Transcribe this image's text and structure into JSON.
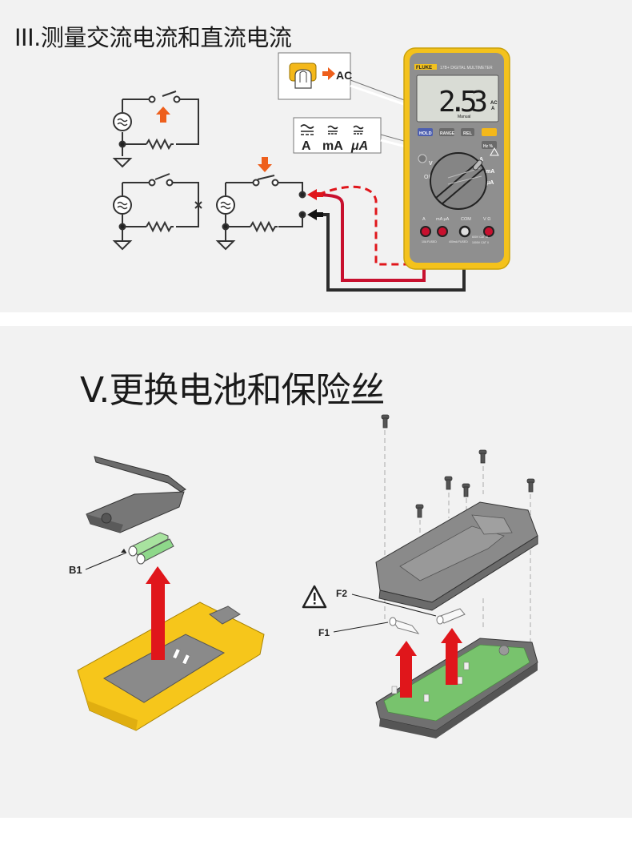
{
  "section_3": {
    "title": "III.测量交流电流和直流电流",
    "callout_ac": {
      "label": "AC",
      "icon": "yellow-function-button-press-icon"
    },
    "callout_ranges": {
      "labels": [
        "A",
        "mA",
        "μA"
      ],
      "icon": "ac-dc-current-symbol-icon"
    },
    "circuits": [
      {
        "name": "circuit-closed-switch-open-action",
        "arrow": "up"
      },
      {
        "name": "circuit-broken",
        "mark": "x"
      },
      {
        "name": "circuit-meter-in-series",
        "arrow": "down"
      }
    ],
    "meter": {
      "brand": "FLUKE",
      "model": "17B+ DIGITAL MULTIMETER",
      "display_value": "2.53",
      "display_units": [
        "AC",
        "A"
      ],
      "display_mode": "Manual",
      "buttons": [
        "HOLD",
        "RANGE",
        "REL",
        ""
      ],
      "side_button": "Hz %",
      "dial_labels": [
        "OFF",
        "V",
        "A",
        "mA",
        "μA"
      ],
      "jack_labels": [
        "A",
        "mA μA",
        "COM",
        "V Ω"
      ],
      "jack_notes": [
        "10A FUSED",
        "400mA FUSED",
        "600V CAT III",
        "1000V CAT II"
      ],
      "colors": {
        "body": "#f4c21c",
        "face": "#8f8f8f",
        "display": "#d9dcd5",
        "hold": "#4d5fb0",
        "function": "#f4b81a"
      }
    },
    "leads": {
      "red_color": "#c8102e",
      "black_color": "#2b2b2b"
    }
  },
  "section_5": {
    "title": "V.更换电池和保险丝",
    "battery_label": "B1",
    "fuse_labels": [
      "F1",
      "F2"
    ],
    "warning_icon": "warning-triangle-icon",
    "colors": {
      "case": "#f6c61b",
      "arrow": "#e0161b",
      "battery": "#9fe09a",
      "pcb": "#78c36d"
    }
  }
}
